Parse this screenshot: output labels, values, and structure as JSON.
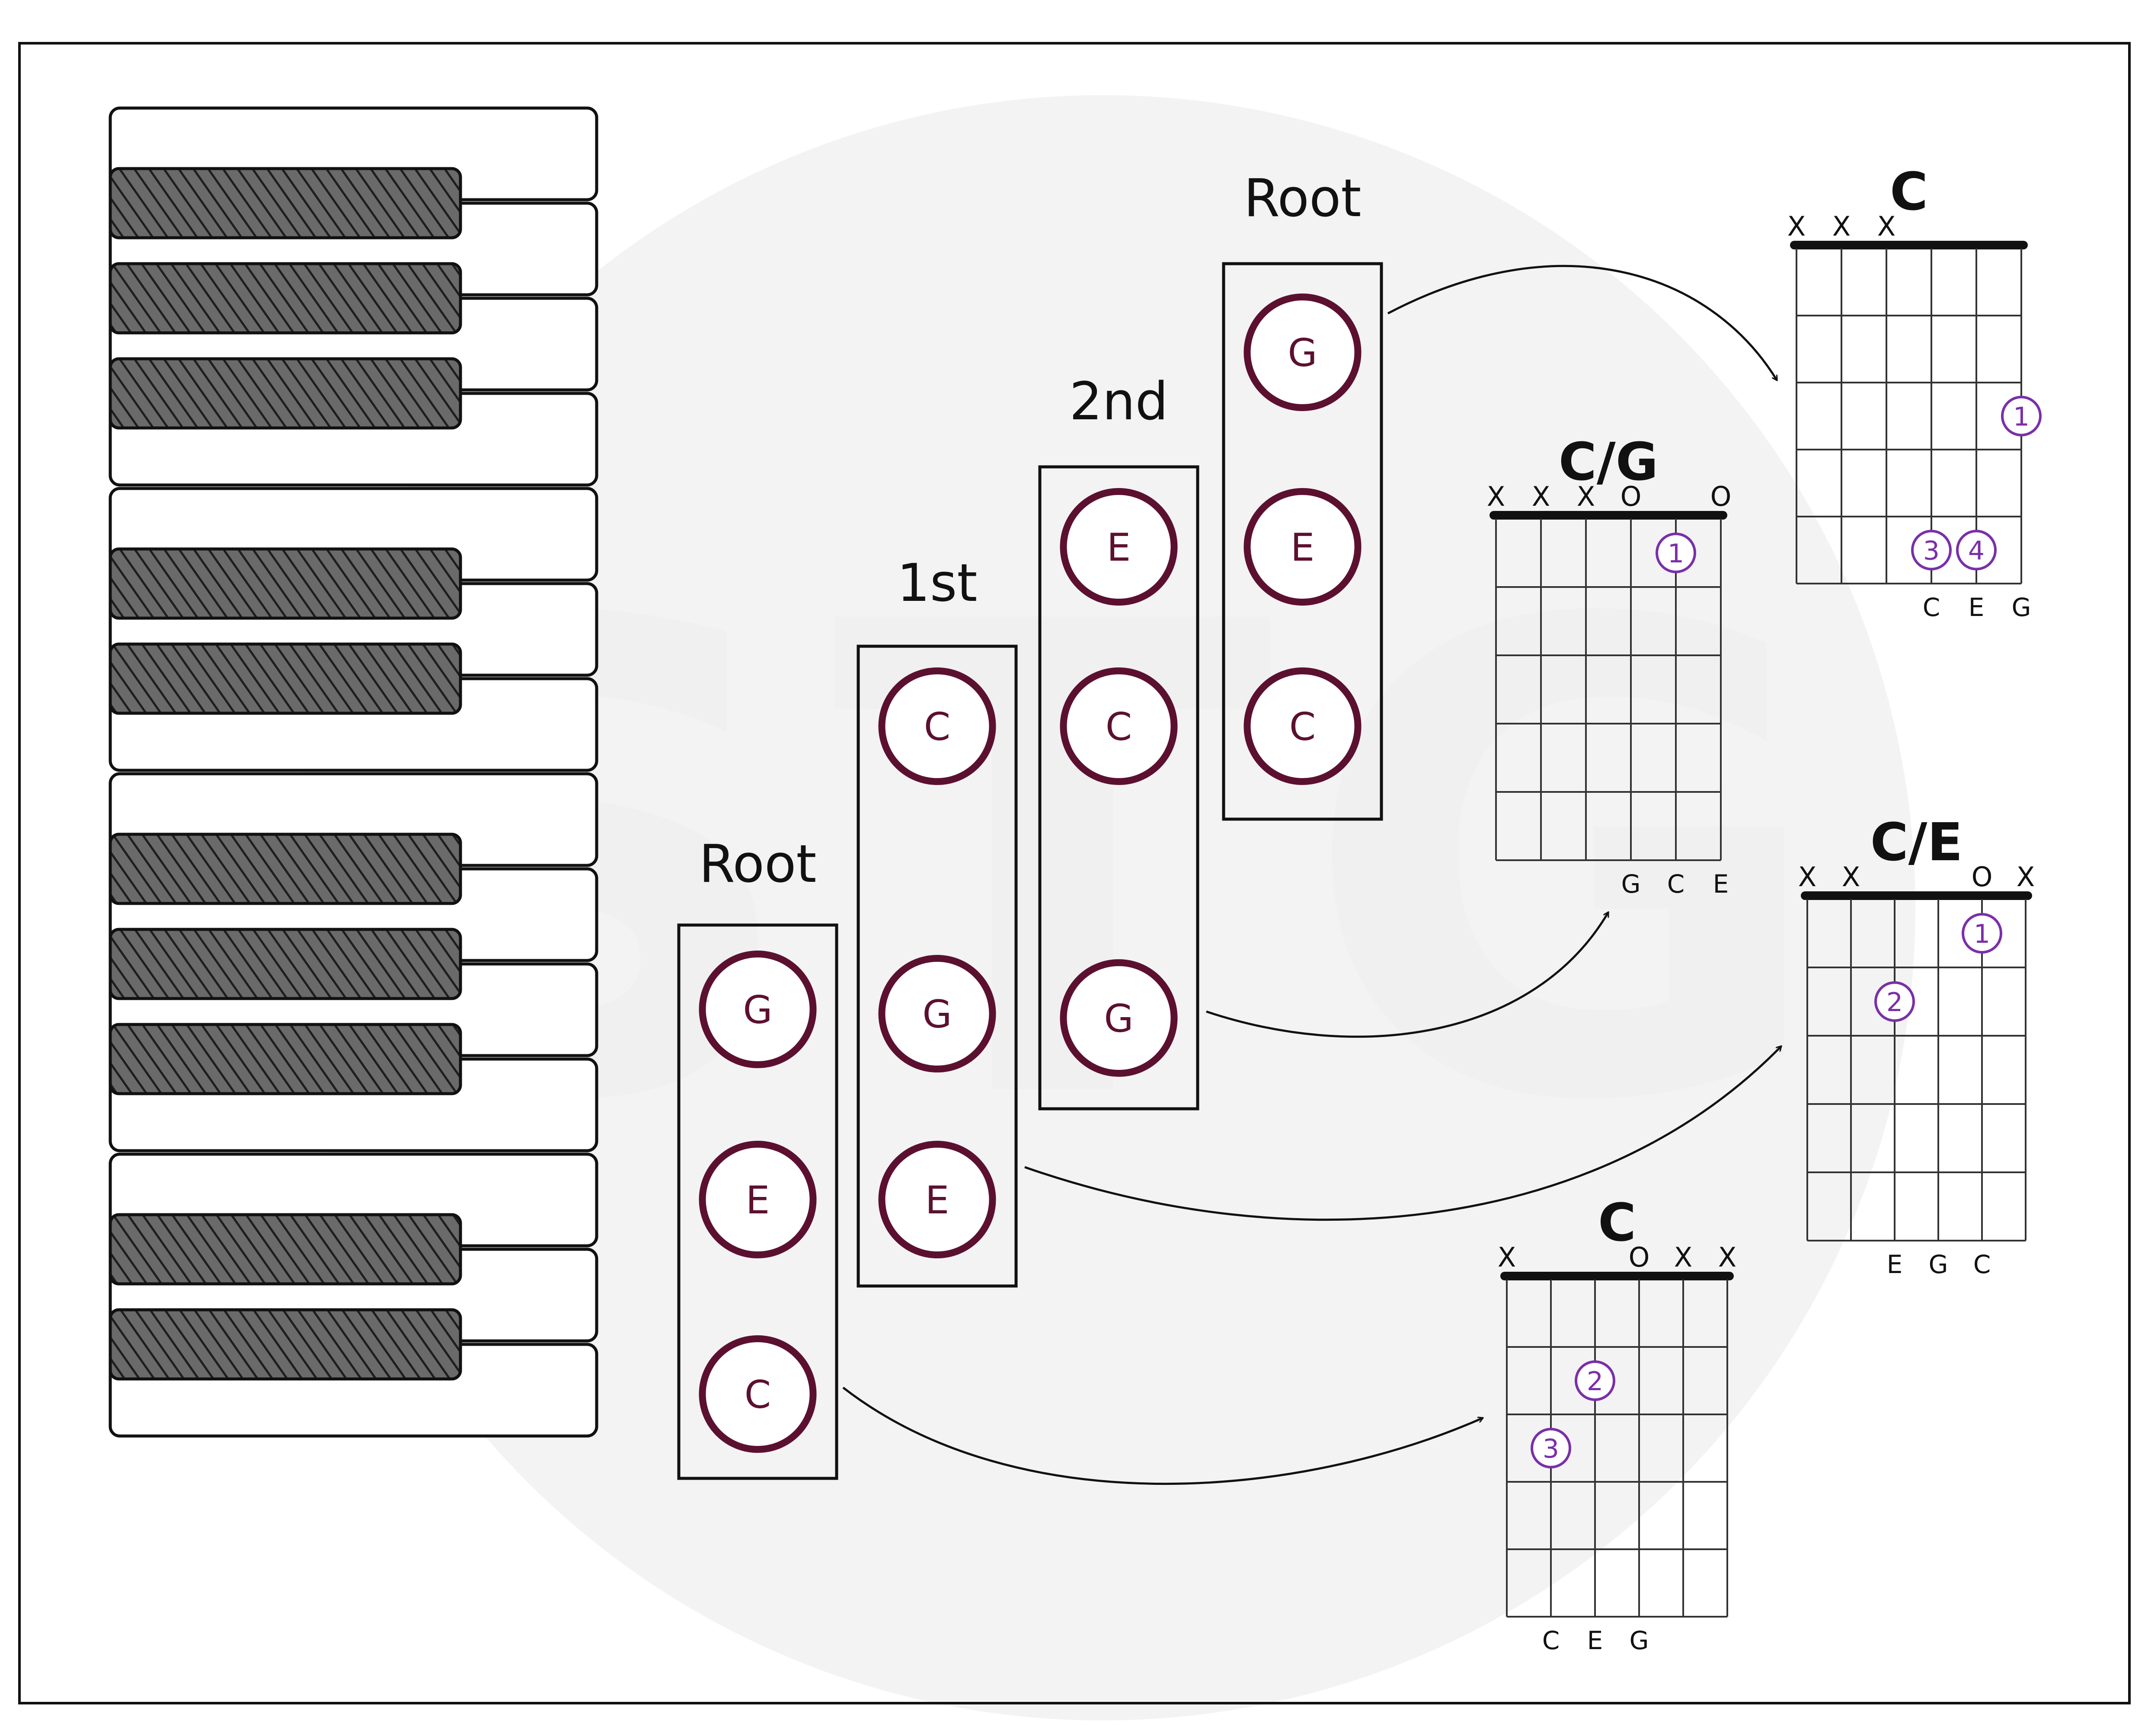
{
  "inversions": [
    {
      "label": "Root",
      "notes": [
        "G",
        "E",
        "C"
      ]
    },
    {
      "label": "1st",
      "notes": [
        "C",
        "G",
        "E"
      ]
    },
    {
      "label": "2nd",
      "notes": [
        "E",
        "C",
        "G"
      ]
    },
    {
      "label": "Root",
      "notes": [
        "G",
        "E",
        "C"
      ]
    }
  ],
  "chords": [
    {
      "id": "c-top",
      "title": "C",
      "string_markers": [
        "X",
        "X",
        "X",
        "",
        "",
        ""
      ],
      "fingers": [
        {
          "string": 6,
          "fret": 3,
          "label": "1"
        },
        {
          "string": 4,
          "fret": 5,
          "label": "3"
        },
        {
          "string": 5,
          "fret": 5,
          "label": "4"
        }
      ],
      "notes": [
        "",
        "",
        "",
        "C",
        "E",
        "G"
      ]
    },
    {
      "id": "c-over-g",
      "title": "C/G",
      "string_markers": [
        "X",
        "X",
        "X",
        "O",
        "",
        "O"
      ],
      "fingers": [
        {
          "string": 5,
          "fret": 1,
          "label": "1"
        }
      ],
      "notes": [
        "",
        "",
        "",
        "G",
        "C",
        "E"
      ]
    },
    {
      "id": "c-over-e",
      "title": "C/E",
      "string_markers": [
        "X",
        "X",
        "",
        "",
        "O",
        "X"
      ],
      "fingers": [
        {
          "string": 5,
          "fret": 1,
          "label": "1"
        },
        {
          "string": 3,
          "fret": 2,
          "label": "2"
        }
      ],
      "notes": [
        "",
        "",
        "E",
        "G",
        "C",
        ""
      ]
    },
    {
      "id": "c-bottom",
      "title": "C",
      "string_markers": [
        "X",
        "",
        "",
        "O",
        "X",
        "X"
      ],
      "fingers": [
        {
          "string": 3,
          "fret": 2,
          "label": "2"
        },
        {
          "string": 2,
          "fret": 3,
          "label": "3"
        }
      ],
      "notes": [
        "",
        "C",
        "E",
        "G",
        "",
        ""
      ]
    }
  ],
  "piano": {
    "octave_groups": [
      3,
      2,
      3,
      2
    ]
  },
  "watermark": "STG",
  "colors": {
    "note_ring": "#5c1030",
    "finger": "#7a2fa8",
    "ink": "#111111",
    "watermark": "#f3f3f3",
    "black_key": "#3a3a3a"
  }
}
